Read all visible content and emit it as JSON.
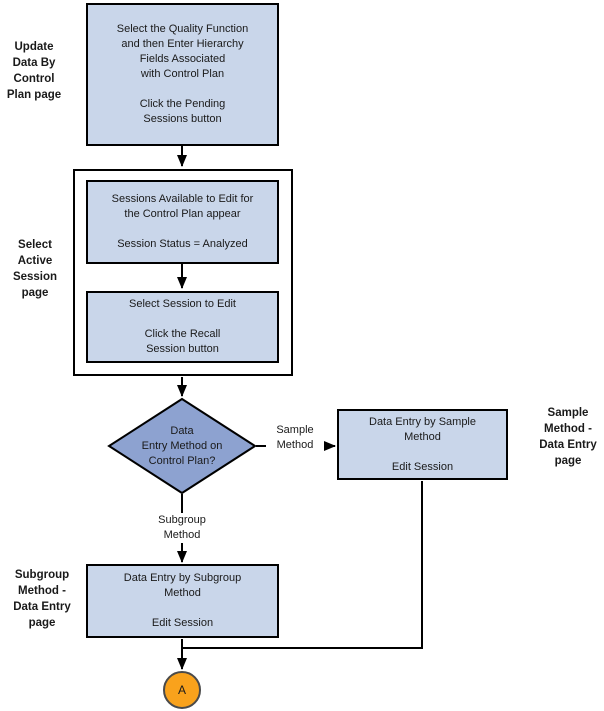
{
  "diagram": {
    "type": "flowchart",
    "colors": {
      "process_fill": "#C9D6EA",
      "decision_fill": "#8DA2D0",
      "terminator_fill": "#F9A21C",
      "terminator_border": "#4A4A4A",
      "line_color": "#000000"
    },
    "nodes": {
      "update_box": {
        "text": "Select the Quality Function\nand then Enter Hierarchy\nFields Associated\nwith Control Plan\n\nClick the Pending\nSessions button"
      },
      "sessions_box": {
        "text": "Sessions Available to Edit for\nthe Control Plan appear\n\nSession Status = Analyzed"
      },
      "select_session_box": {
        "text": "Select Session to Edit\n\nClick the Recall\nSession button"
      },
      "decision": {
        "text": "Data\nEntry Method on\nControl Plan?"
      },
      "sample_box": {
        "text": "Data Entry by Sample\nMethod\n\nEdit Session"
      },
      "subgroup_box": {
        "text": "Data Entry by Subgroup\nMethod\n\nEdit Session"
      },
      "terminator": {
        "label": "A"
      }
    },
    "page_labels": {
      "update_page": "Update\nData By\nControl\nPlan page",
      "select_active_session_page": "Select\nActive\nSession\npage",
      "sample_method_page": "Sample\nMethod -\nData Entry\npage",
      "subgroup_method_page": "Subgroup\nMethod -\nData Entry\npage"
    },
    "edge_labels": {
      "sample_method": "Sample\nMethod",
      "subgroup_method": "Subgroup\nMethod"
    }
  }
}
